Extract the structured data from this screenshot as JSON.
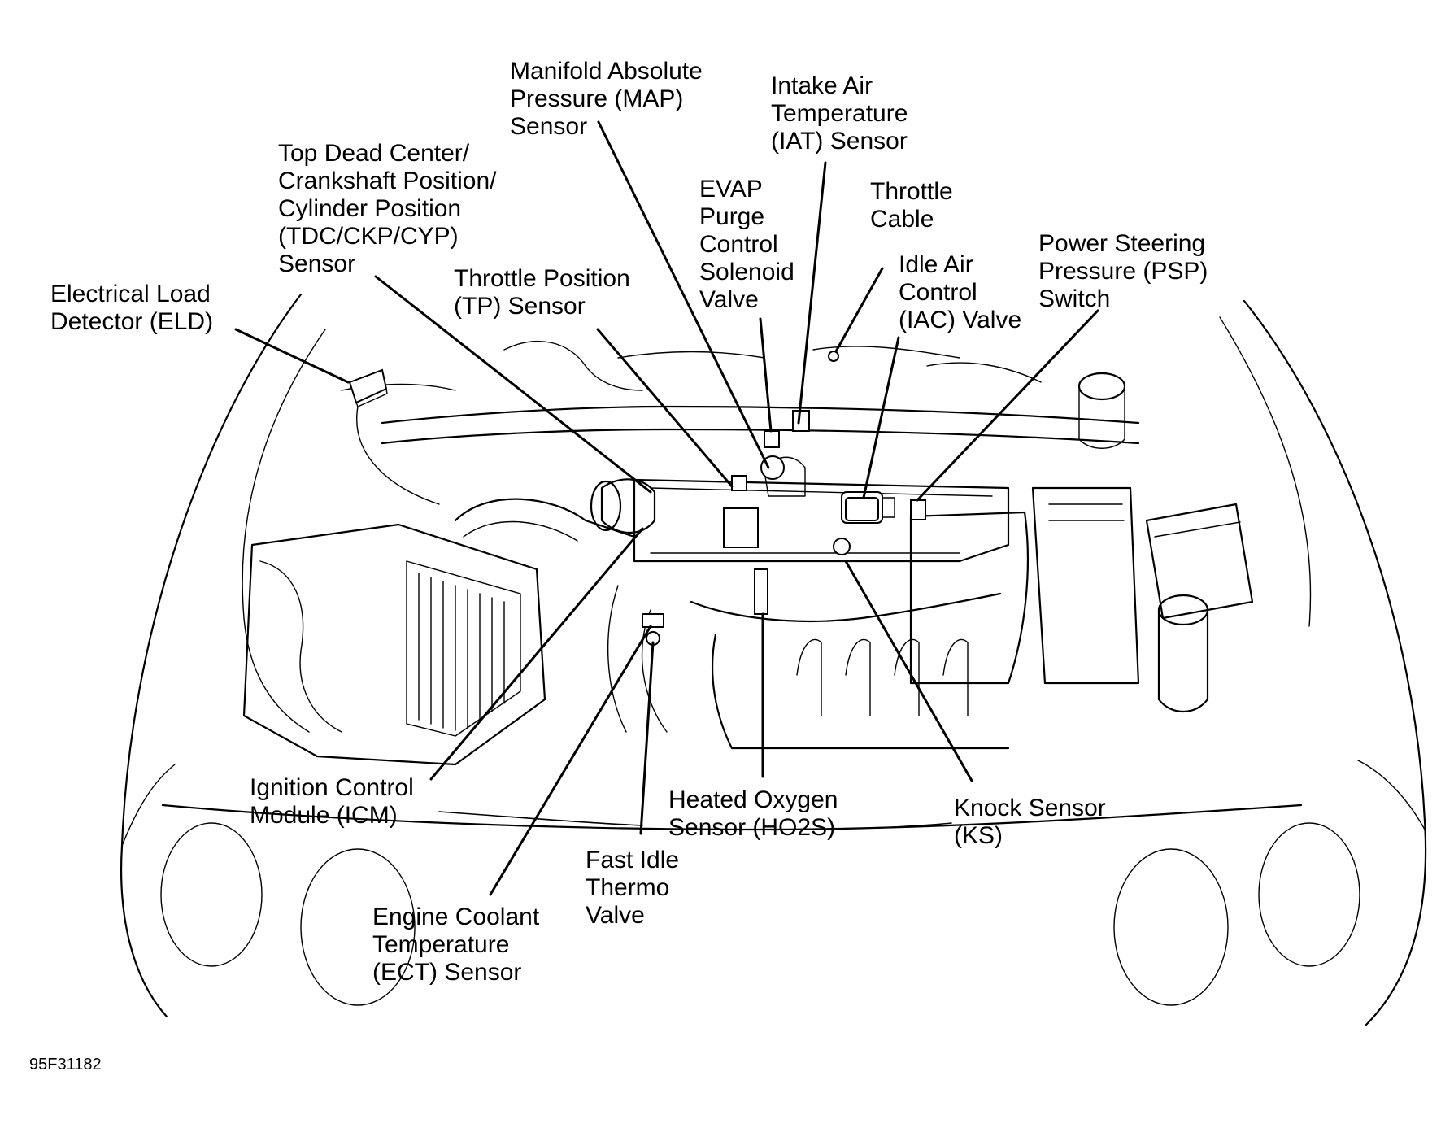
{
  "figure_id": "95F31182",
  "labels": {
    "map": [
      "Manifold Absolute",
      "Pressure (MAP)",
      "Sensor"
    ],
    "iat": [
      "Intake Air",
      "Temperature",
      "(IAT) Sensor"
    ],
    "tdc": [
      "Top Dead Center/",
      "Crankshaft Position/",
      "Cylinder Position",
      "(TDC/CKP/CYP)",
      "Sensor"
    ],
    "evap": [
      "EVAP",
      "Purge",
      "Control",
      "Solenoid",
      "Valve"
    ],
    "throttle_cable": [
      "Throttle",
      "Cable"
    ],
    "iac": [
      "Idle Air",
      "Control",
      "(IAC) Valve"
    ],
    "psp": [
      "Power Steering",
      "Pressure (PSP)",
      "Switch"
    ],
    "eld": [
      "Electrical Load",
      "Detector (ELD)"
    ],
    "tp": [
      "Throttle Position",
      "(TP) Sensor"
    ],
    "icm": [
      "Ignition Control",
      "Module (ICM)"
    ],
    "ho2s": [
      "Heated Oxygen",
      "Sensor (HO2S)"
    ],
    "ks": [
      "Knock Sensor",
      "(KS)"
    ],
    "fitv": [
      "Fast Idle",
      "Thermo",
      "Valve"
    ],
    "ect": [
      "Engine Coolant",
      "Temperature",
      "(ECT) Sensor"
    ]
  }
}
